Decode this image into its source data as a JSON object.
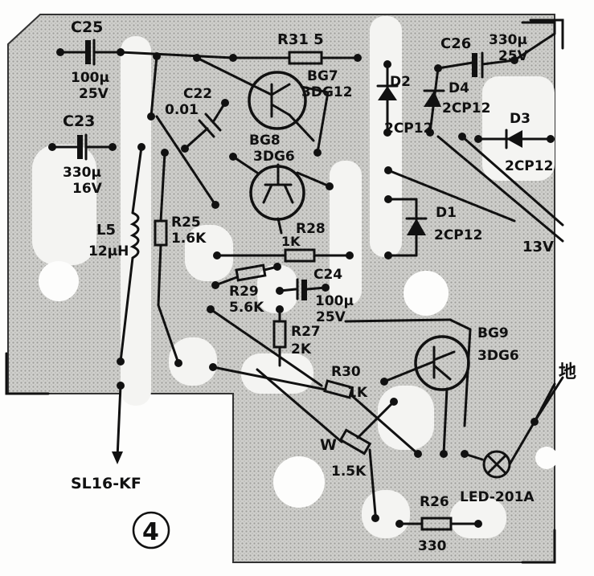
{
  "labels": {
    "c25": "C25",
    "c25_val1": "100μ",
    "c25_val2": "25V",
    "c23": "C23",
    "c23_val1": "330μ",
    "c23_val2": "16V",
    "r31": "R31 5",
    "bg7": "BG7",
    "bg7_type": "3DG12",
    "c22": "C22",
    "c22_val": "0.01",
    "bg8": "BG8",
    "bg8_type": "3DG6",
    "c26": "C26",
    "c26_val1": "330μ",
    "c26_val2": "25V",
    "d2": "D2",
    "d2_type": "2CP12",
    "d4": "D4",
    "d4_type": "2CP12",
    "d3": "D3",
    "d3_type": "2CP12",
    "d1": "D1",
    "d1_type": "2CP12",
    "v13": "13V",
    "l5": "L5",
    "l5_val": "12μH",
    "r25": "R25",
    "r25_val": "1.6K",
    "r28": "R28",
    "r28_val": "1K",
    "r29": "R29",
    "r29_val": "5.6K",
    "c24": "C24",
    "c24_val1": "100μ",
    "c24_val2": "25V",
    "r27": "R27",
    "r27_val": "2K",
    "bg9": "BG9",
    "bg9_type": "3DG6",
    "ground": "地",
    "r30": "R30",
    "r30_val": "1K",
    "w": "W",
    "w_val": "1.5K",
    "led": "LED-201A",
    "r26": "R26",
    "r26_val": "330",
    "sl": "SL16-KF",
    "fig_num": "4"
  },
  "colors": {
    "ink": "#111111",
    "board": "#c9c9c6",
    "copper": "#f4f4f2"
  }
}
